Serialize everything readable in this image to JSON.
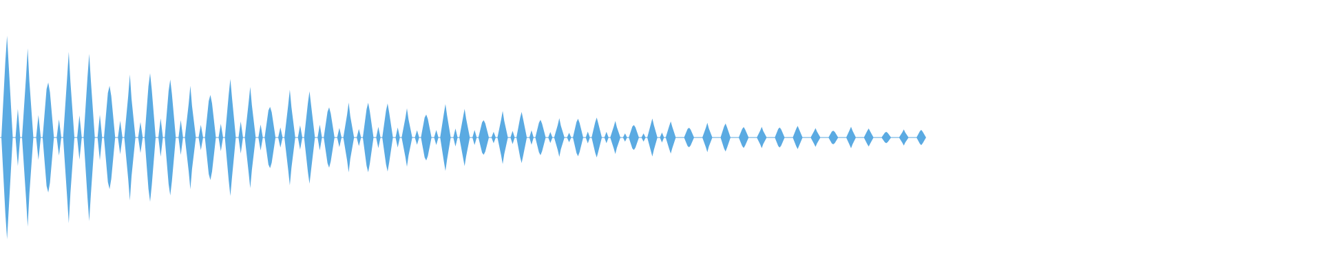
{
  "waveform": {
    "color": "#5aaae2",
    "background": "#ffffff",
    "duration_fraction_with_signal": 0.7,
    "pulse_count": 62,
    "decay": "exponential"
  }
}
